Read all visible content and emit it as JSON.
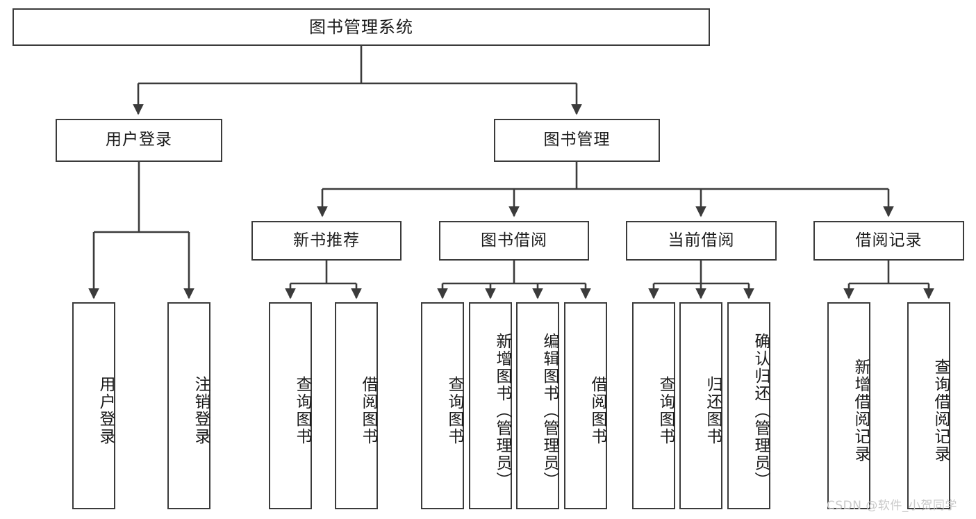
{
  "diagram": {
    "title": "图书管理系统",
    "type": "tree-structure-chart",
    "root": {
      "label": "图书管理系统"
    },
    "level2": [
      {
        "label": "用户登录"
      },
      {
        "label": "图书管理"
      }
    ],
    "level3": [
      {
        "label": "新书推荐"
      },
      {
        "label": "图书借阅"
      },
      {
        "label": "当前借阅"
      },
      {
        "label": "借阅记录"
      }
    ],
    "leaves": {
      "user_login": [
        {
          "label": "用户登录"
        },
        {
          "label": "注销登录"
        }
      ],
      "new_book_recommend": [
        {
          "label": "查询图书"
        },
        {
          "label": "借阅图书"
        }
      ],
      "book_borrow": [
        {
          "label": "查询图书"
        },
        {
          "label": "新增图书（管理员）"
        },
        {
          "label": "编辑图书（管理员）"
        },
        {
          "label": "借阅图书"
        }
      ],
      "current_borrow": [
        {
          "label": "查询图书"
        },
        {
          "label": "归还图书"
        },
        {
          "label": "确认归还（管理员）"
        }
      ],
      "borrow_record": [
        {
          "label": "新增借阅记录"
        },
        {
          "label": "查询借阅记录"
        }
      ]
    },
    "watermark": "CSDN @软件_小贺同学",
    "colors": {
      "stroke": "#3b3b3b",
      "fill": "#ffffff",
      "text": "#1a1a1a",
      "watermark": "#c9c9c9"
    }
  }
}
